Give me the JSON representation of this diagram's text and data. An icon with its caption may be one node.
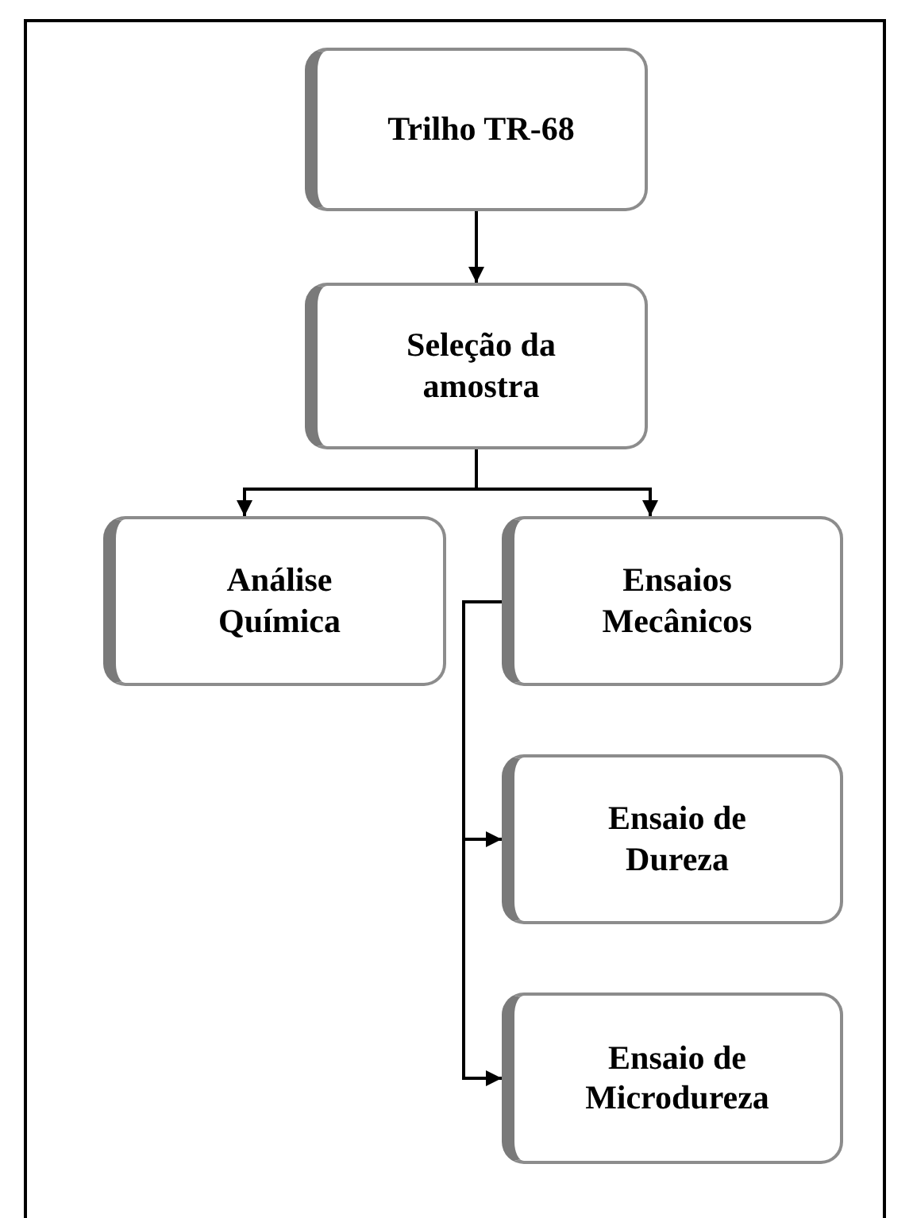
{
  "diagram": {
    "nodes": [
      {
        "text": [
          "Trilho TR-68"
        ]
      },
      {
        "text": [
          "Seleção da amostra"
        ]
      },
      {
        "text": [
          "Análise Química"
        ]
      },
      {
        "text": [
          "Ensaios Mecânicos"
        ]
      },
      {
        "text": [
          "Ensaio de Dureza"
        ]
      },
      {
        "text": [
          "Ensaio de Microdureza"
        ]
      }
    ],
    "edges": [
      {
        "from": 0,
        "to": 1,
        "arrow": "to"
      },
      {
        "from": 1,
        "to": 2,
        "arrow": "to"
      },
      {
        "from": 1,
        "to": 3,
        "arrow": "to"
      },
      {
        "from": 3,
        "to": 4,
        "arrow": "to"
      },
      {
        "from": 3,
        "to": 5,
        "arrow": "to"
      }
    ]
  }
}
